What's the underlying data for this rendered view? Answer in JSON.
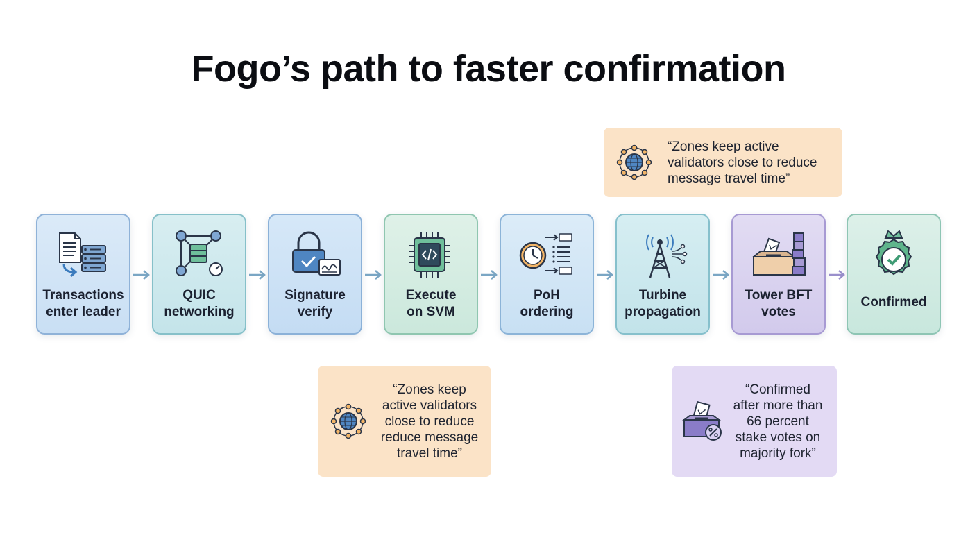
{
  "title": "Fogo’s path to faster confirmation",
  "steps": [
    {
      "line1": "Transactions",
      "line2": "enter leader",
      "icon": "document-server-icon"
    },
    {
      "line1": "QUIC",
      "line2": "networking",
      "icon": "network-nodes-icon"
    },
    {
      "line1": "Signature",
      "line2": "verify",
      "icon": "padlock-signature-icon"
    },
    {
      "line1": "Execute",
      "line2": "on SVM",
      "icon": "chip-code-icon"
    },
    {
      "line1": "PoH",
      "line2": "ordering",
      "icon": "clock-sequence-icon"
    },
    {
      "line1": "Turbine",
      "line2": "propagation",
      "icon": "antenna-tower-icon"
    },
    {
      "line1": "Tower BFT",
      "line2": "votes",
      "icon": "ballot-box-stack-icon"
    },
    {
      "line1": "Confirmed",
      "line2": "",
      "icon": "badge-check-icon"
    }
  ],
  "callouts": {
    "top": {
      "lines": [
        "“Zones keep active",
        "validators close to reduce",
        "message travel time”"
      ],
      "icon": "globe-network-icon"
    },
    "bottom_left": {
      "lines": [
        "“Zones keep",
        "active validators",
        "close to reduce",
        "reduce message",
        "travel time”"
      ],
      "icon": "globe-network-icon"
    },
    "bottom_right": {
      "lines": [
        "“Confirmed",
        "after more than",
        "66 percent",
        "stake votes on",
        "majority fork”"
      ],
      "icon": "ballot-percent-icon"
    }
  },
  "colors": {
    "arrow": "#7aa6c4",
    "arrow_purple": "#9a8fcc",
    "callout_orange": "#fbe3c7",
    "callout_purple": "#e3daf4"
  }
}
